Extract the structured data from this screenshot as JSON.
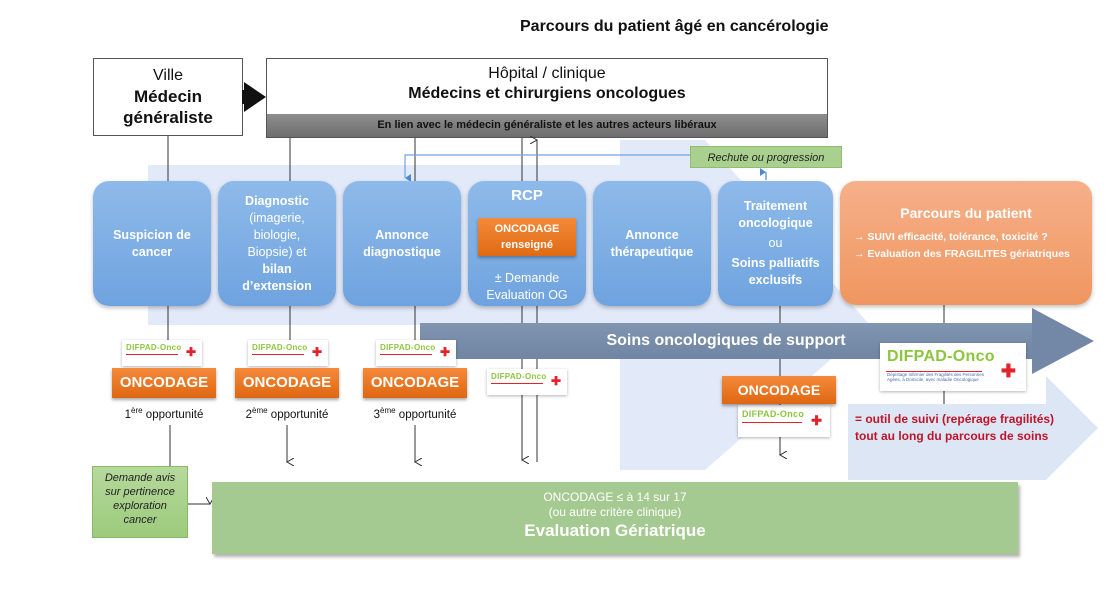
{
  "title": "Parcours du patient âgé en cancérologie",
  "ville": {
    "line1": "Ville",
    "line2": "Médecin",
    "line3": "généraliste"
  },
  "hopital": {
    "line1": "Hôpital / clinique",
    "line2": "Médecins et chirurgiens oncologues",
    "bar": "En lien avec le médecin généraliste et les autres acteurs libéraux"
  },
  "rechute": "Rechute ou progression",
  "steps": {
    "suspicion": {
      "b1": "Suspicion de",
      "b2": "cancer"
    },
    "diagnostic": {
      "b1": "Diagnostic",
      "t1": "(imagerie,",
      "t2": "biologie,",
      "t3": "Biopsie) et",
      "b2": "bilan",
      "b3": "d’extension"
    },
    "annonce_diag": {
      "b1": "Annonce",
      "b2": "diagnostique"
    },
    "rcp": {
      "title": "RCP",
      "onco_l1": "ONCODAGE",
      "onco_l2": "renseigné",
      "sub1": "± Demande",
      "sub2": "Evaluation OG"
    },
    "annonce_ther": {
      "b1": "Annonce",
      "b2": "thérapeutique"
    },
    "traitement": {
      "b1": "Traitement",
      "b2": "oncologique",
      "t1": "ou",
      "b3": "Soins palliatifs",
      "b4": "exclusifs"
    }
  },
  "parcours": {
    "title": "Parcours du patient",
    "bullets": [
      "→ SUIVI efficacité, tolérance, toxicité ?",
      "→ Evaluation des FRAGILITES gériatriques"
    ]
  },
  "support": "Soins oncologiques de support",
  "difpad": {
    "name": "DIFPAD-Onco",
    "tagline": "Dépistage Infirmier des Fragilités des Personnes Agées, à Domicile, avec maladie Oncologique"
  },
  "oncodage_label": "ONCODAGE",
  "opportunities": [
    {
      "num": "1",
      "sup": "ère",
      "text": " opportunité"
    },
    {
      "num": "2",
      "sup": "ème",
      "text": " opportunité"
    },
    {
      "num": "3",
      "sup": "ème",
      "text": " opportunité"
    }
  ],
  "outil": {
    "line1": "= outil de suivi (repérage fragilités)",
    "line2": "tout au long du parcours de soins"
  },
  "demande": {
    "l1": "Demande avis",
    "l2": "sur pertinence",
    "l3": "exploration",
    "l4": "cancer"
  },
  "evaluation": {
    "line1": "ONCODAGE ≤ à 14 sur 17",
    "line2": "(ou autre critère clinique)",
    "line3": "Evaluation Gériatrique"
  },
  "colors": {
    "step_blue": "#7fb0e6",
    "orange": "#e8782a",
    "parcours_orange": "#f3a06d",
    "support_slate": "#7a8fab",
    "eval_green": "#a5ca91",
    "alert_red": "#c0142a",
    "difpad_green": "#8cc63e"
  }
}
